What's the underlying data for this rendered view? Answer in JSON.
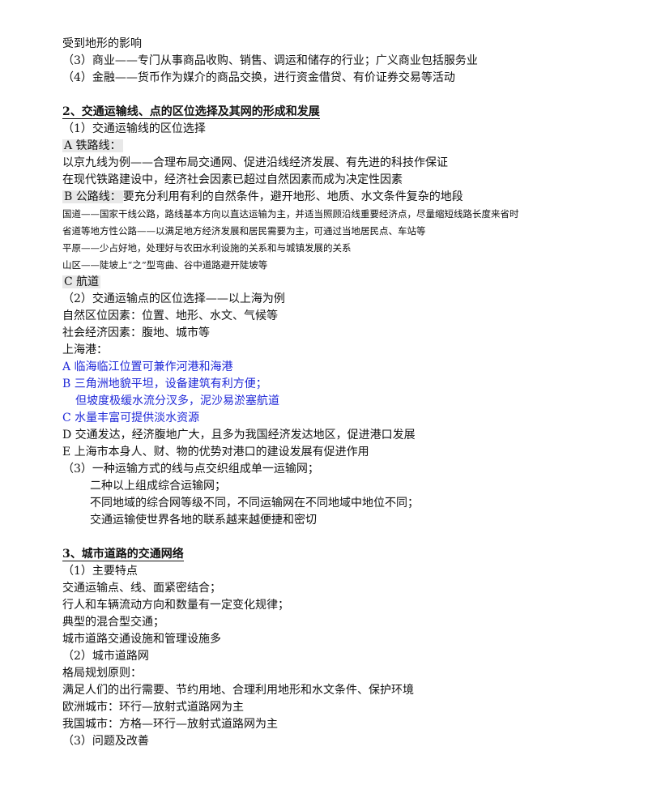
{
  "lines": [
    "受到地形的影响",
    "（3）商业——专门从事商品收购、销售、调运和储存的行业；广义商业包括服务业",
    "（4）金融——货币作为媒介的商品交换，进行资金借贷、有价证券交易等活动",
    "2、交通运输线、点的区位选择及其网的形成和发展",
    "（1）交通运输线的区位选择",
    "A 铁路线：",
    "以京九线为例——合理布局交通网、促进沿线经济发展、有先进的科技作保证",
    "在现代铁路建设中，经济社会因素已超过自然因素而成为决定性因素",
    "B 公路线：",
    "要充分利用有利的自然条件，避开地形、地质、水文条件复杂的地段",
    "国道——国家干线公路，路线基本方向以直达运输为主，并适当照顾沿线重要经济点，尽量缩短线路长度来省时",
    "省道等地方性公路——以满足地方经济发展和居民需要为主，可通过当地居民点、车站等",
    "平原——少占好地，处理好与农田水利设施的关系和与城镇发展的关系",
    "山区——陡坡上“之”型弯曲、谷中道路避开陡坡等",
    "C 航道",
    "（2）交通运输点的区位选择——以上海为例",
    "自然区位因素：位置、地形、水文、气候等",
    "社会经济因素：腹地、城市等",
    "上海港：",
    "A 临海临江位置可兼作河港和海港",
    "B 三角洲地貌平坦，设备建筑有利方便；",
    "但坡度极缓水流分汊多，泥沙易淤塞航道",
    "C 水量丰富可提供淡水资源",
    "D 交通发达，经济腹地广大，且多为我国经济发达地区，促进港口发展",
    "E 上海市本身人、财、物的优势对港口的建设发展有促进作用",
    "（3）一种运输方式的线与点交织组成单一运输网；",
    "二种以上组成综合运输网；",
    "不同地域的综合网等级不同，不同运输网在不同地域中地位不同；",
    "交通运输使世界各地的联系越来越便捷和密切",
    "3、城市道路的交通网络",
    "（1）主要特点",
    "交通运输点、线、面紧密结合；",
    "行人和车辆流动方向和数量有一定变化规律；",
    "典型的混合型交通；",
    "城市道路交通设施和管理设施多",
    "（2）城市道路网",
    "格局规划原则：",
    "满足人们的出行需要、节约用地、合理利用地形和水文条件、保护环境",
    "欧洲城市：环行—放射式道路网为主",
    "我国城市：方格—环行—放射式道路网为主",
    "（3）问题及改善"
  ],
  "colors": {
    "text": "#111111",
    "highlight": "#1f28d8",
    "shade": "#e8e8e8"
  }
}
